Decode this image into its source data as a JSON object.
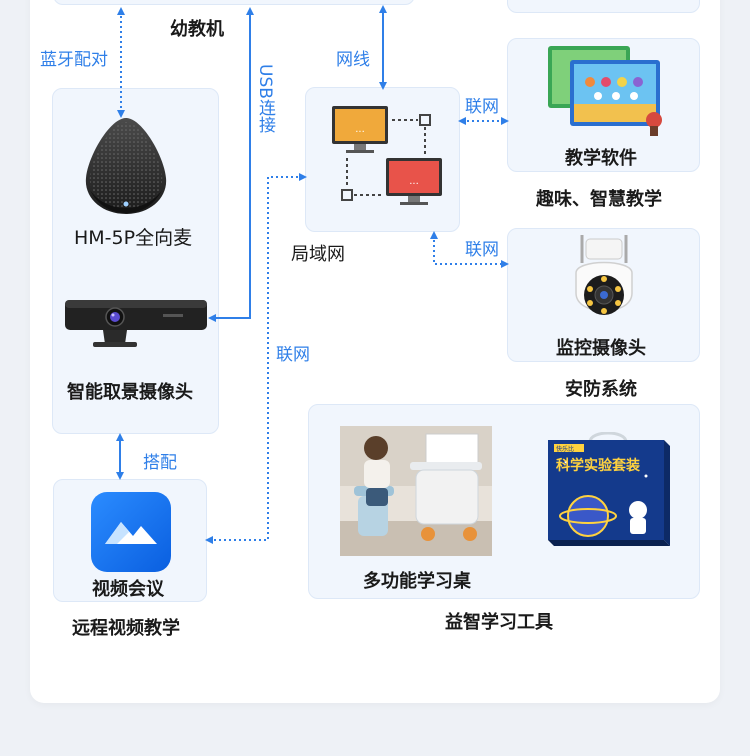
{
  "labels": {
    "preschool_machine": "幼教机",
    "bluetooth_pair": "蓝牙配对",
    "usb_connect": "USB连接",
    "network_cable": "网线",
    "network_link_1": "联网",
    "network_link_2": "联网",
    "network_link_3": "联网",
    "mic_name": "HM-5P全向麦",
    "camera_name": "智能取景摄像头",
    "lan": "局域网",
    "teaching_software": "教学软件",
    "fun_teaching": "趣味、智慧教学",
    "security_camera": "监控摄像头",
    "security_system": "安防系统",
    "pair_with": "搭配",
    "video_meeting": "视频会议",
    "remote_teaching": "远程视频教学",
    "desk": "多功能学习桌",
    "edu_tools": "益智学习工具",
    "kit_brand": "快乐比",
    "kit_title": "科学实验套装"
  },
  "colors": {
    "accent": "#2f7fe8",
    "box_bg": "#f1f6fd",
    "card_bg": "#ffffff",
    "page_bg": "#eef1f6"
  }
}
